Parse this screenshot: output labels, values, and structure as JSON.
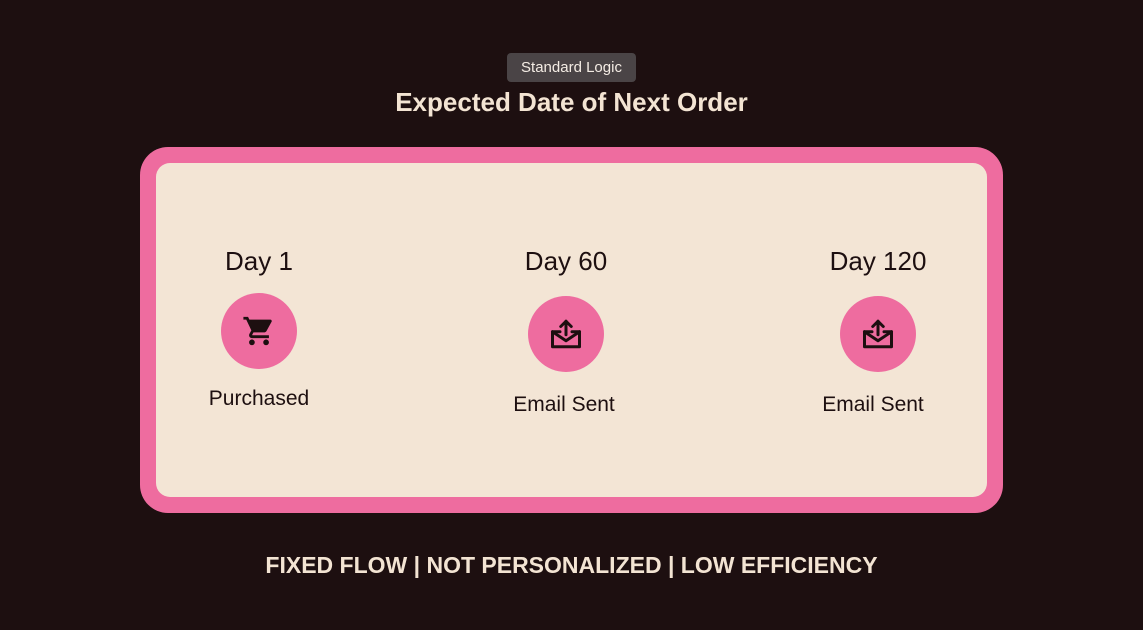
{
  "badge": "Standard Logic",
  "title": "Expected Date of Next Order",
  "colors": {
    "background": "#1d0f10",
    "frame": "#ee6c9f",
    "panel": "#f3e5d5",
    "icon_circle": "#ee6c9f",
    "text_light": "#f3e4d3",
    "text_dark": "#1d0f10"
  },
  "steps": [
    {
      "day": "Day 1",
      "icon": "shopping-cart-icon",
      "status": "Purchased"
    },
    {
      "day": "Day 60",
      "icon": "email-sent-icon",
      "status": "Email Sent"
    },
    {
      "day": "Day 120",
      "icon": "email-sent-icon",
      "status": "Email Sent"
    }
  ],
  "footer": "FIXED FLOW | NOT PERSONALIZED | LOW EFFICIENCY"
}
